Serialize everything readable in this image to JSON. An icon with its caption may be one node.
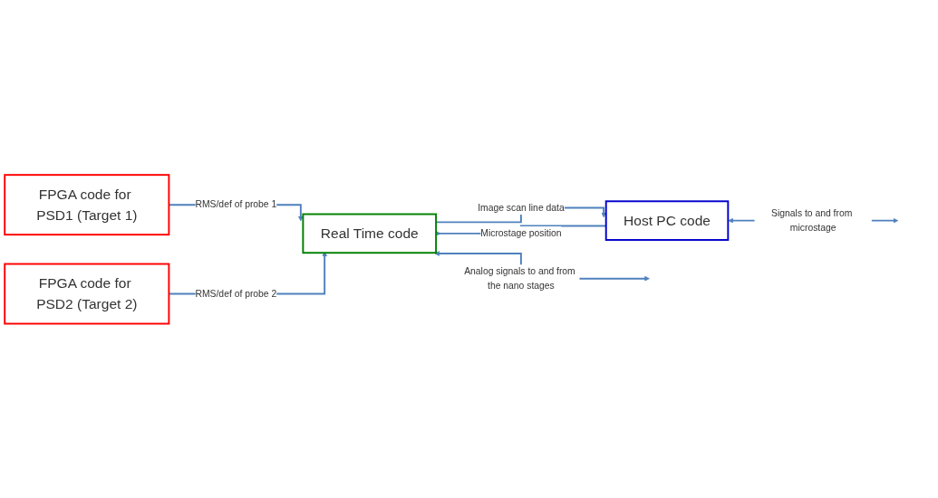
{
  "diagram": {
    "nodes": [
      {
        "text": [
          "FPGA code for PSD1 (Target 1)"
        ]
      },
      {
        "text": [
          "FPGA code for PSD2 (Target 2)"
        ]
      },
      {
        "text": [
          "Real Time code"
        ]
      },
      {
        "text": [
          "Host PC code"
        ]
      }
    ],
    "edges": [
      {
        "from": 0,
        "to": 2,
        "arrow": "to",
        "label": "RMS/def of probe 1"
      },
      {
        "from": 1,
        "to": 2,
        "arrow": "to",
        "label": "RMS/def of probe 2"
      },
      {
        "from": 2,
        "to": 3,
        "arrow": "to",
        "label": "Image scan line data"
      },
      {
        "from": 3,
        "to": 2,
        "arrow": "to",
        "label": "Microstage position"
      },
      {
        "from": 2,
        "to": null,
        "arrow": "both",
        "label": "Analog signals to and from the nano stages"
      },
      {
        "from": 3,
        "to": null,
        "arrow": "both",
        "label": "Signals to and from microstage"
      }
    ]
  }
}
